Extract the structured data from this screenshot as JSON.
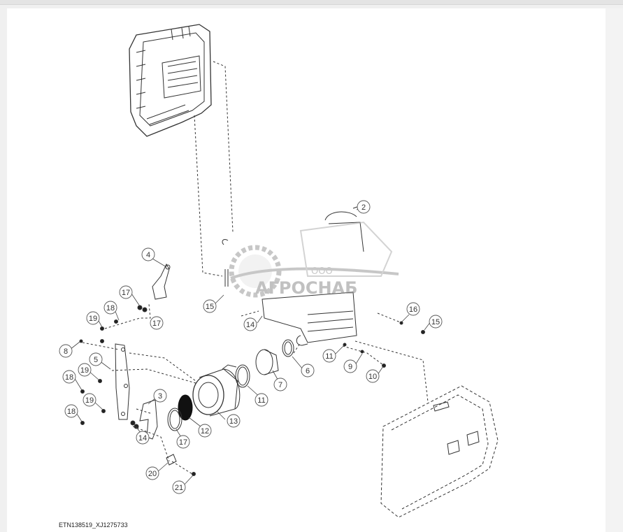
{
  "figure": {
    "reference": "ETN138519_XJ1275733"
  },
  "callouts": [
    "2",
    "4",
    "17",
    "18",
    "19",
    "8",
    "5",
    "19",
    "18",
    "19",
    "18",
    "3",
    "17",
    "12",
    "13",
    "11",
    "7",
    "6",
    "11",
    "9",
    "10",
    "16",
    "15",
    "14",
    "15",
    "14",
    "20",
    "21",
    "17"
  ],
  "watermark": {
    "line1": "ООО",
    "line2": "АГРОСНАБ"
  }
}
